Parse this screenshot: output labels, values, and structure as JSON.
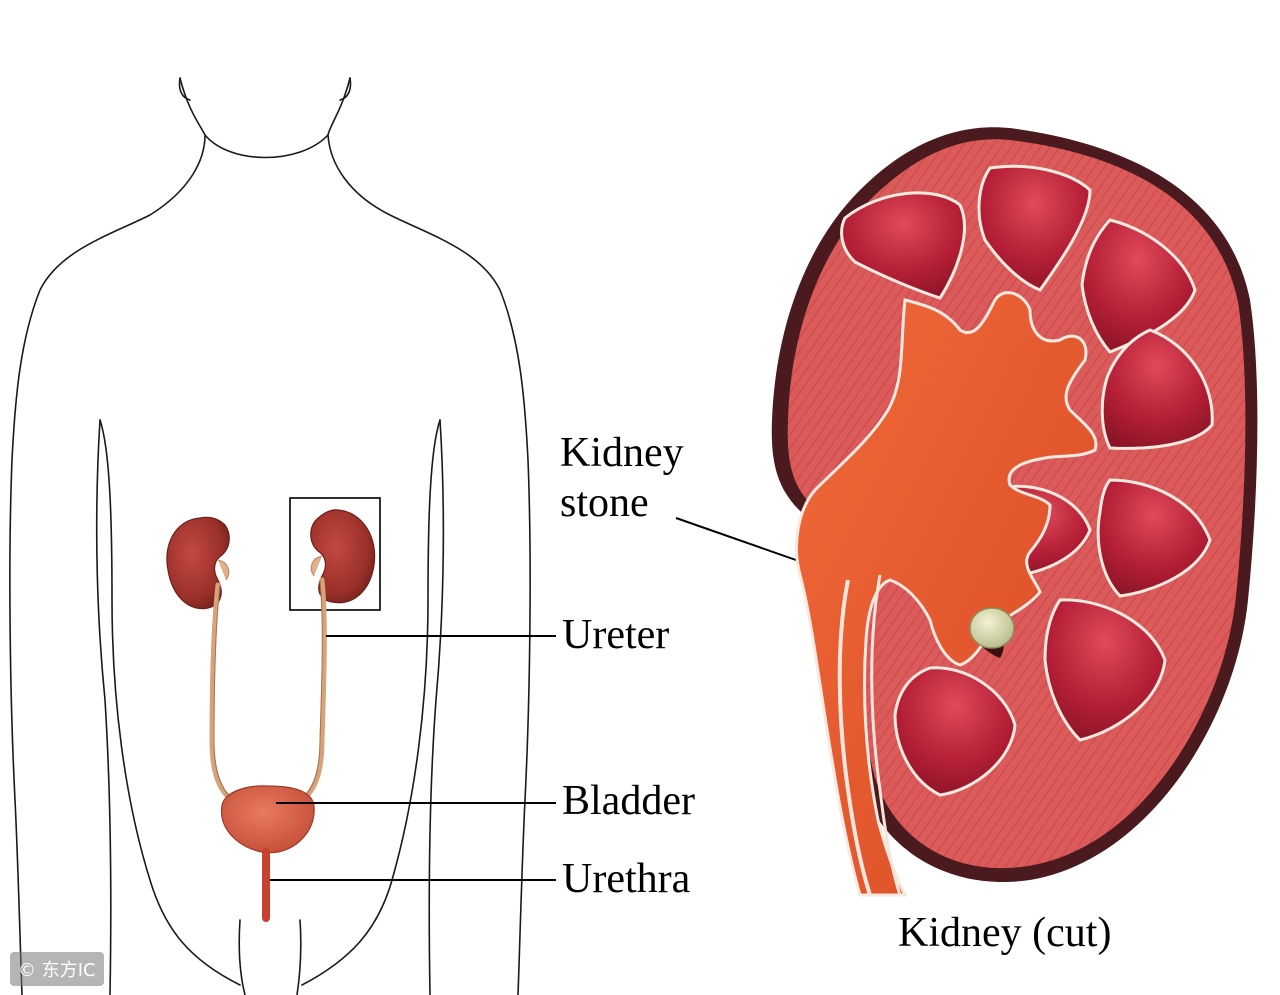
{
  "labels": {
    "kidney_stone_line1": "Kidney",
    "kidney_stone_line2": "stone",
    "ureter": "Ureter",
    "bladder": "Bladder",
    "urethra": "Urethra",
    "kidney_cut": "Kidney (cut)"
  },
  "watermark": "© 东方IC",
  "colors": {
    "kidney_dark": "#8c2a26",
    "kidney_mid": "#b8403a",
    "kidney_light": "#d9574e",
    "pelvis_orange": "#e9572c",
    "medulla_red": "#c8233a",
    "cortex_red": "#dc5a5a",
    "capsule_dark": "#4a1a1e",
    "stone": "#d8d9b0",
    "ureter_tan": "#d6a37a",
    "bladder": "#d95a45",
    "outline": "#1a1a1a"
  }
}
